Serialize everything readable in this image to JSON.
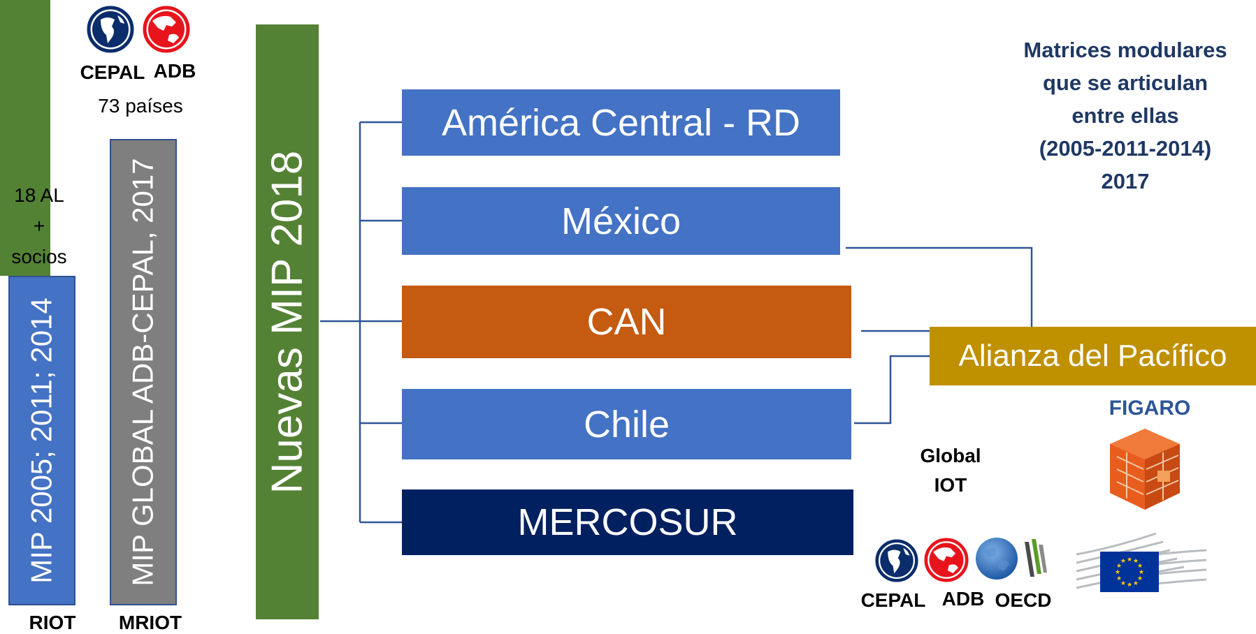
{
  "colors": {
    "green": "#548235",
    "blue": "#4472C4",
    "orange": "#C55A11",
    "navy": "#002060",
    "gold": "#BF9000",
    "gray": "#7F7F7F",
    "title": "#1F3864",
    "figaro": "#2E5597"
  },
  "left": {
    "riot_top_label": [
      "18 AL",
      "+",
      "socios"
    ],
    "riot_bar": "MIP 2005; 2011; 2014",
    "riot_caption": "RIOT",
    "mriot_logos": [
      "CEPAL",
      "ADB"
    ],
    "mriot_count": "73 países",
    "mriot_bar": "MIP GLOBAL ADB-CEPAL, 2017",
    "mriot_caption": "MRIOT",
    "nuevas_bar": "Nuevas  MIP 2018"
  },
  "regions": {
    "america_central": "América Central - RD",
    "mexico": "México",
    "can": "CAN",
    "chile": "Chile",
    "mercosur": "MERCOSUR",
    "alianza": "Alianza del Pacífico"
  },
  "note": [
    "Matrices modulares",
    "que se articulan",
    "entre ellas",
    "(2005-2011-2014)",
    "2017"
  ],
  "global_iot": {
    "title": [
      "Global",
      "IOT"
    ],
    "logos": [
      "CEPAL",
      "ADB",
      "OECD"
    ]
  },
  "figaro": {
    "title": "FIGARO"
  },
  "icons": [
    "globe-americas-icon",
    "globe-asia-icon",
    "globe-oecd-icon",
    "oecd-stripes-icon",
    "figaro-cube-icon",
    "eu-commission-logo"
  ]
}
